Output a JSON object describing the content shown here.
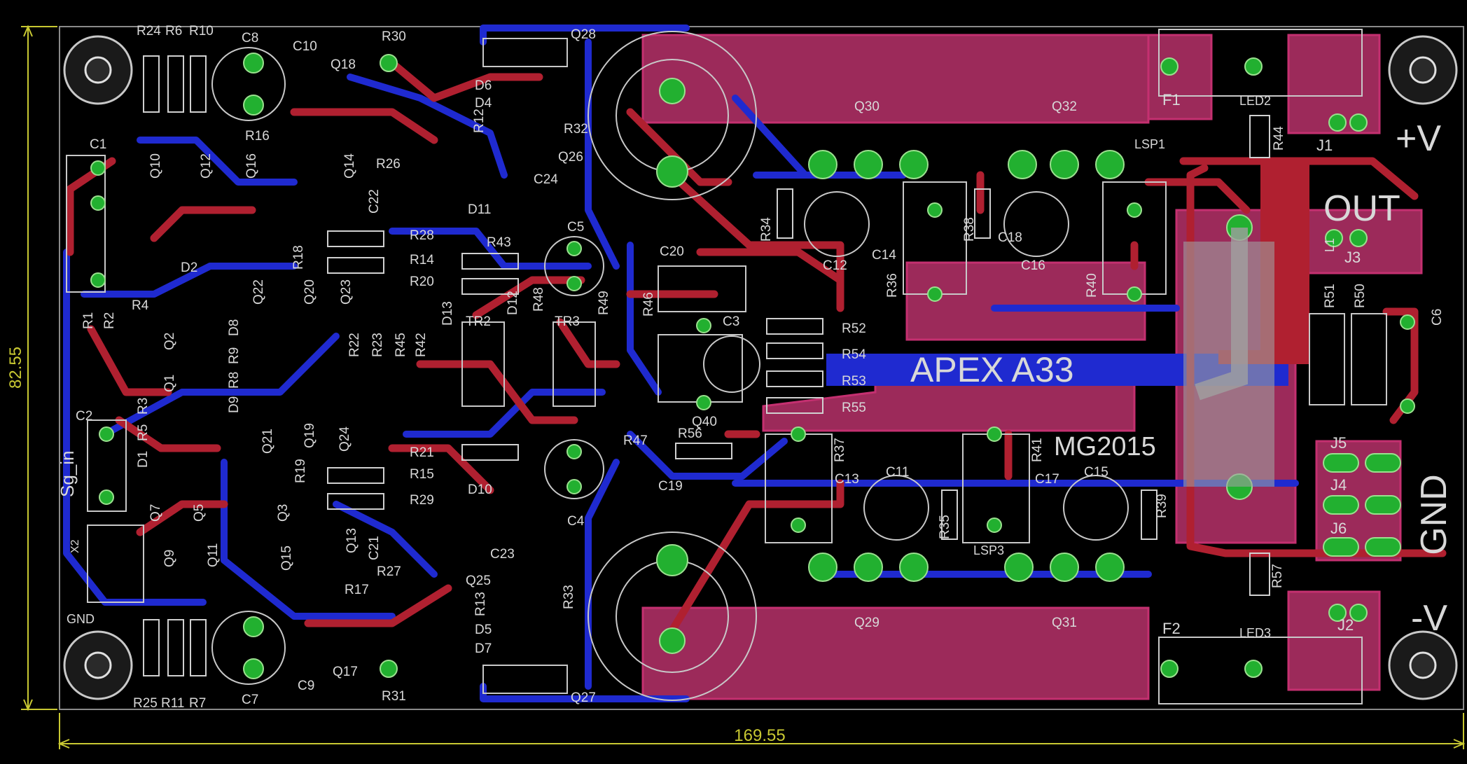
{
  "board": {
    "title": "APEX A33",
    "subtitle": "MG2015",
    "dimension_width": "169.55",
    "dimension_height": "82.55"
  },
  "connectors": {
    "out": "OUT",
    "plus_v": "+V",
    "minus_v": "-V",
    "gnd": "GND",
    "gnd_small": "GND",
    "sg_in": "Sg_in",
    "j1": "J1",
    "j2": "J2",
    "j3": "J3",
    "j4": "J4",
    "j5": "J5",
    "j6": "J6",
    "x2": "X2",
    "f1": "F1",
    "f2": "F2",
    "led2": "LED2",
    "led3": "LED3",
    "lsp1": "LSP1",
    "lsp3": "LSP3",
    "l1": "L1"
  },
  "part_labels": [
    "R24",
    "R6",
    "R10",
    "C8",
    "C10",
    "Q18",
    "R30",
    "Q28",
    "C1",
    "R16",
    "D6",
    "D4",
    "R12",
    "R32",
    "Q26",
    "C24",
    "R26",
    "Q10",
    "Q12",
    "Q16",
    "Q14",
    "C22",
    "D11",
    "R28",
    "R14",
    "R20",
    "C5",
    "R43",
    "R18",
    "D2",
    "R4",
    "R1",
    "R2",
    "Q22",
    "Q20",
    "Q23",
    "C20",
    "D13",
    "D12",
    "R48",
    "R49",
    "R46",
    "TR2",
    "TR3",
    "C3",
    "R52",
    "R54",
    "R53",
    "R55",
    "Q2",
    "Q1",
    "D8",
    "R9",
    "R8",
    "D9",
    "R22",
    "R23",
    "R45",
    "R42",
    "Q40",
    "R47",
    "R56",
    "C2",
    "R3",
    "R5",
    "D1",
    "Q21",
    "Q19",
    "Q24",
    "R21",
    "R15",
    "R29",
    "D10",
    "C4",
    "C19",
    "R19",
    "Q3",
    "Q7",
    "Q5",
    "Q9",
    "Q11",
    "Q13",
    "Q15",
    "C21",
    "R27",
    "R17",
    "C23",
    "Q25",
    "R13",
    "R33",
    "D5",
    "D7",
    "Q17",
    "R31",
    "Q27",
    "C7",
    "C9",
    "R25",
    "R11",
    "R7",
    "Q30",
    "Q32",
    "R34",
    "C12",
    "C14",
    "R36",
    "R38",
    "C18",
    "C16",
    "R40",
    "R51",
    "R50",
    "C6",
    "R44",
    "R37",
    "C13",
    "C11",
    "R35",
    "R41",
    "C17",
    "C15",
    "R39",
    "Q29",
    "Q31",
    "R57"
  ]
}
